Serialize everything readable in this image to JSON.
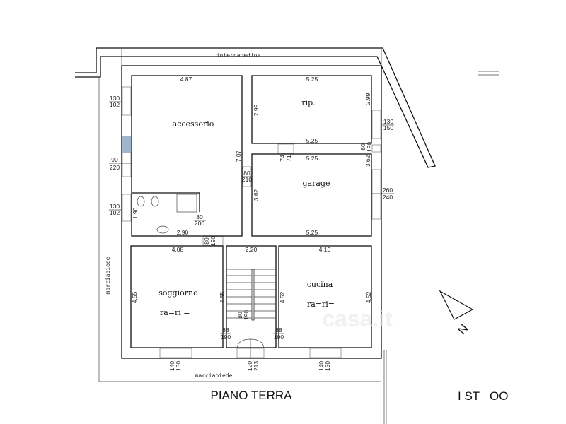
{
  "plan": {
    "title": "PIANO TERRA",
    "side_title": "I ST   OO",
    "watermark": "casa.it",
    "north_label": "N",
    "areas": {
      "intercapedine": "intercapedine",
      "marciapiede_left": "marciapiede",
      "marciapiede_bottom": "marciapiede"
    },
    "rooms": {
      "accessorio": "accessorio",
      "rip": "rip.",
      "garage": "garage",
      "soggiorno": "soggiorno",
      "cucina": "cucina",
      "soggiorno_ratio": "ra=ri  =",
      "cucina_ratio": "ra=ri="
    },
    "dimensions": {
      "accessorio_w": "4.87",
      "accessorio_h": "7.07",
      "rip_w_top": "5.25",
      "rip_w_bottom": "5.25",
      "rip_h_left": "2.99",
      "rip_h_right": "2.99",
      "garage_w_top": "5.25",
      "garage_w_bottom": "5.25",
      "garage_h_left": "3.62",
      "garage_h_right": "3.62",
      "bath_w": "2.90",
      "bath_h": "1.90",
      "soggiorno_w": "4.08",
      "soggiorno_h_left": "4.55",
      "soggiorno_h_right": "4.55",
      "stair_w": "2.20",
      "cucina_w": "4.10",
      "cucina_h_left": "4.52",
      "cucina_h_right": "4.52"
    },
    "openings": [
      {
        "top": "130",
        "bottom": "102"
      },
      {
        "top": "90",
        "bottom": "220"
      },
      {
        "top": "130",
        "bottom": "102"
      },
      {
        "top": "130",
        "bottom": "150"
      },
      {
        "top": "80",
        "bottom": "190"
      },
      {
        "top": "74",
        "bottom": "71"
      },
      {
        "top": "80",
        "bottom": "210"
      },
      {
        "top": "260",
        "bottom": "240"
      },
      {
        "top": "80",
        "bottom": "200"
      },
      {
        "top": "80",
        "bottom": "190"
      },
      {
        "top": "80",
        "bottom": "190"
      },
      {
        "top": "88",
        "bottom": "190"
      },
      {
        "top": "88",
        "bottom": "190"
      },
      {
        "top": "140",
        "bottom": "130"
      },
      {
        "top": "120",
        "bottom": "213"
      },
      {
        "top": "140",
        "bottom": "130"
      }
    ]
  }
}
